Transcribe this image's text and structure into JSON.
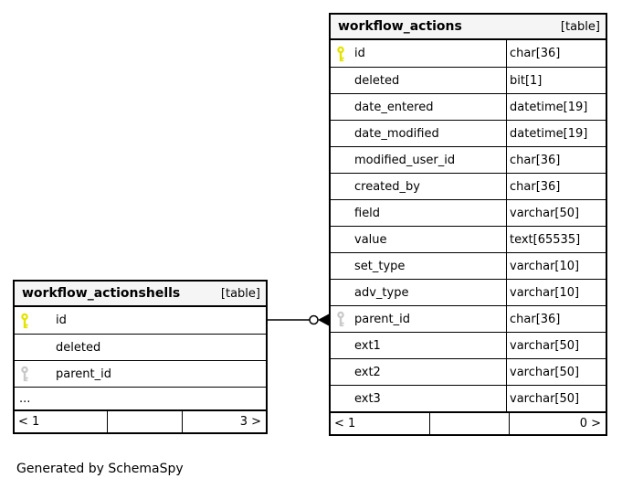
{
  "caption": "Generated by SchemaSpy",
  "colors": {
    "primary_key": "#e3e300",
    "foreign_key": "#c9c9c9",
    "header_bg": "#f5f5f5",
    "border": "#000000"
  },
  "relationship": {
    "from": "workflow_actionshells.id",
    "to": "workflow_actions.parent_id"
  },
  "tables": [
    {
      "name": "workflow_actionshells",
      "tag": "[table]",
      "columns": [
        {
          "name": "id",
          "key": "primary"
        },
        {
          "name": "deleted"
        },
        {
          "name": "parent_id",
          "key": "foreign"
        },
        {
          "name": "...",
          "ellipsis": true
        }
      ],
      "footer": {
        "left": "< 1",
        "middle": "",
        "right": "3 >"
      }
    },
    {
      "name": "workflow_actions",
      "tag": "[table]",
      "columns": [
        {
          "name": "id",
          "type": "char[36]",
          "key": "primary"
        },
        {
          "name": "deleted",
          "type": "bit[1]"
        },
        {
          "name": "date_entered",
          "type": "datetime[19]"
        },
        {
          "name": "date_modified",
          "type": "datetime[19]"
        },
        {
          "name": "modified_user_id",
          "type": "char[36]"
        },
        {
          "name": "created_by",
          "type": "char[36]"
        },
        {
          "name": "field",
          "type": "varchar[50]"
        },
        {
          "name": "value",
          "type": "text[65535]"
        },
        {
          "name": "set_type",
          "type": "varchar[10]"
        },
        {
          "name": "adv_type",
          "type": "varchar[10]"
        },
        {
          "name": "parent_id",
          "type": "char[36]",
          "key": "foreign"
        },
        {
          "name": "ext1",
          "type": "varchar[50]"
        },
        {
          "name": "ext2",
          "type": "varchar[50]"
        },
        {
          "name": "ext3",
          "type": "varchar[50]"
        }
      ],
      "footer": {
        "left": "< 1",
        "middle": "",
        "right": "0 >"
      }
    }
  ]
}
